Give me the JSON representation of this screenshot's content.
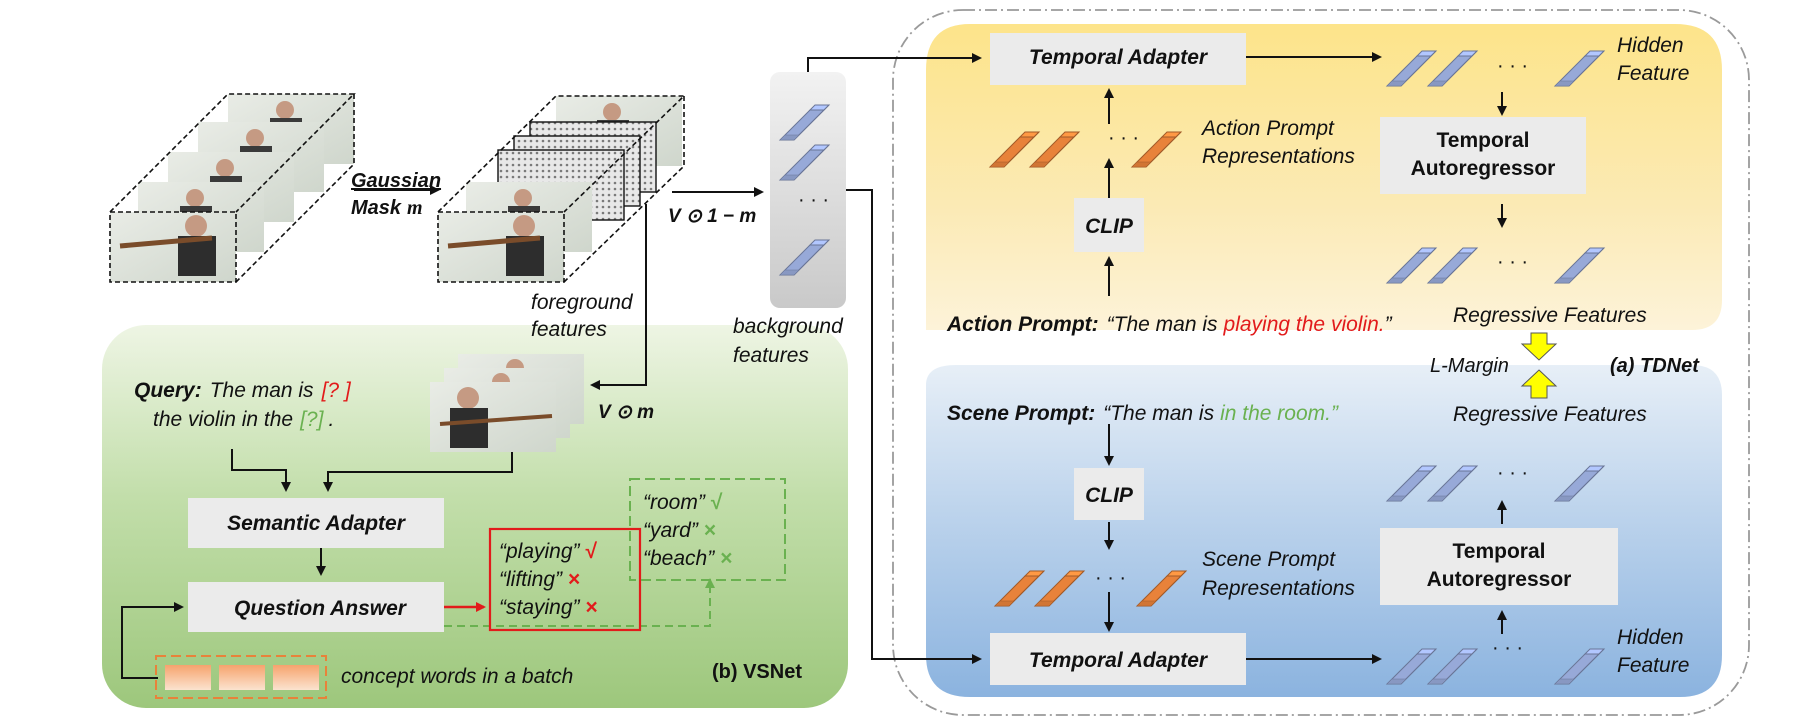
{
  "colors": {
    "red": "#e21b1b",
    "green": "#6ab150",
    "orange_cube": "#e8823a",
    "blue_cube": "#97a9d8",
    "text": "#111111"
  },
  "left": {
    "gaussian_mask": {
      "line1": "Gaussian",
      "line2": "Mask"
    },
    "math_mask": "m",
    "bg_formula": "V ⊙ 1 − m",
    "fg_formula": "V ⊙ m",
    "foreground_features": {
      "line1": "foreground",
      "line2": "features"
    },
    "background_features": {
      "line1": "background",
      "line2": "features"
    },
    "cube_ellipsis": "· · ·"
  },
  "vsnet": {
    "title": "(b) VSNet",
    "query_label": "Query:",
    "query_line1_text": "The man is",
    "query_blank1": "[? ]",
    "query_line2_text": "the violin in the",
    "query_blank2": "[?]",
    "query_end": ".",
    "semantic_adapter": "Semantic Adapter",
    "question_answer": "Question Answer",
    "answers_action": [
      {
        "word": "“playing”",
        "mark": "√",
        "ok": true
      },
      {
        "word": "“lifting”",
        "mark": "×",
        "ok": false
      },
      {
        "word": "“staying”",
        "mark": "×",
        "ok": false
      }
    ],
    "answers_scene": [
      {
        "word": "“room”",
        "mark": "√"
      },
      {
        "word": "“yard”",
        "mark": "×"
      },
      {
        "word": "“beach”",
        "mark": "×"
      }
    ],
    "concept_words": "concept words in a batch"
  },
  "tdnet": {
    "title": "(a) TDNet",
    "temporal_adapter": "Temporal Adapter",
    "hidden_feature": {
      "line1": "Hidden",
      "line2": "Feature"
    },
    "temporal_autoregressor": {
      "line1": "Temporal",
      "line2": "Autoregressor"
    },
    "clip": "CLIP",
    "action_prompt_repr": {
      "line1": "Action Prompt",
      "line2": "Representations"
    },
    "scene_prompt_repr": {
      "line1": "Scene Prompt",
      "line2": "Representations"
    },
    "action_prompt_label": "Action Prompt:",
    "action_prompt_pre": "“The man is",
    "action_prompt_highlight": "playing the violin.",
    "action_prompt_post": "”",
    "scene_prompt_label": "Scene Prompt:",
    "scene_prompt_pre": "“The man is",
    "scene_prompt_highlight": "in the room.",
    "scene_prompt_post": "”",
    "regressive_features": "Regressive Features",
    "l_margin": "L-Margin",
    "ellipsis": "· · ·"
  }
}
